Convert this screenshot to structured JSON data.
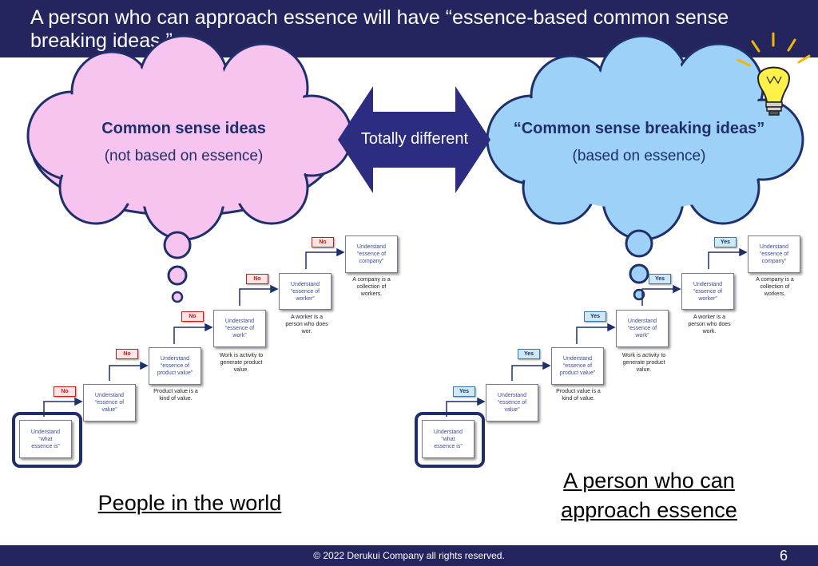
{
  "header": {
    "title": "A person who can approach essence will have “essence-based common sense breaking ideas.”"
  },
  "left_cloud": {
    "title": "Common sense ideas",
    "subtitle": "(not based on essence)"
  },
  "right_cloud": {
    "title": "“Common sense breaking ideas”",
    "subtitle": "(based on essence)"
  },
  "arrow": {
    "label": "Totally different"
  },
  "left_diagram": {
    "boxes": [
      "Understand\n“what\nessence is”",
      "Understand\n“essence of\nvalue”",
      "Understand\n“essence of\nproduct value”",
      "Understand\n“essence of\nwork”",
      "Understand\n“essence of\nworker”",
      "Understand\n“essence of\ncompany”"
    ],
    "notes": [
      "Product value is a\nkind of value.",
      "Work is activity to\ngenerate product\nvalue.",
      "A worker is a\nperson who does\nwor.",
      "A company is a\ncollection of\nworkers."
    ],
    "tag": "No"
  },
  "right_diagram": {
    "boxes": [
      "Understand\n“what\nessence is”",
      "Understand\n“essence of\nvalue”",
      "Understand\n“essence of\nproduct value”",
      "Understand\n“essence of\nwork”",
      "Understand\n“essence of\nworker”",
      "Understand\n“essence of\ncompany”"
    ],
    "notes": [
      "Product value is a\nkind of value.",
      "Work is activity to\ngenerate product\nvalue.",
      "A worker is a\nperson who does\nwork.",
      "A company is a\ncollection of\nworkers."
    ],
    "tag": "Yes"
  },
  "bottom_left_label": "People in the world",
  "bottom_right_label": [
    "A person who can",
    "approach essence"
  ],
  "footer": {
    "copyright": "© 2022 Derukui Company all rights reserved.",
    "page": "6"
  },
  "colors": {
    "navy": "#24245e",
    "pink_cloud": "#f7c4f0",
    "blue_cloud": "#9dd1f7",
    "arrow": "#2c2c80",
    "no_tag": "#c41e1e",
    "yes_tag": "#3a78a5"
  }
}
